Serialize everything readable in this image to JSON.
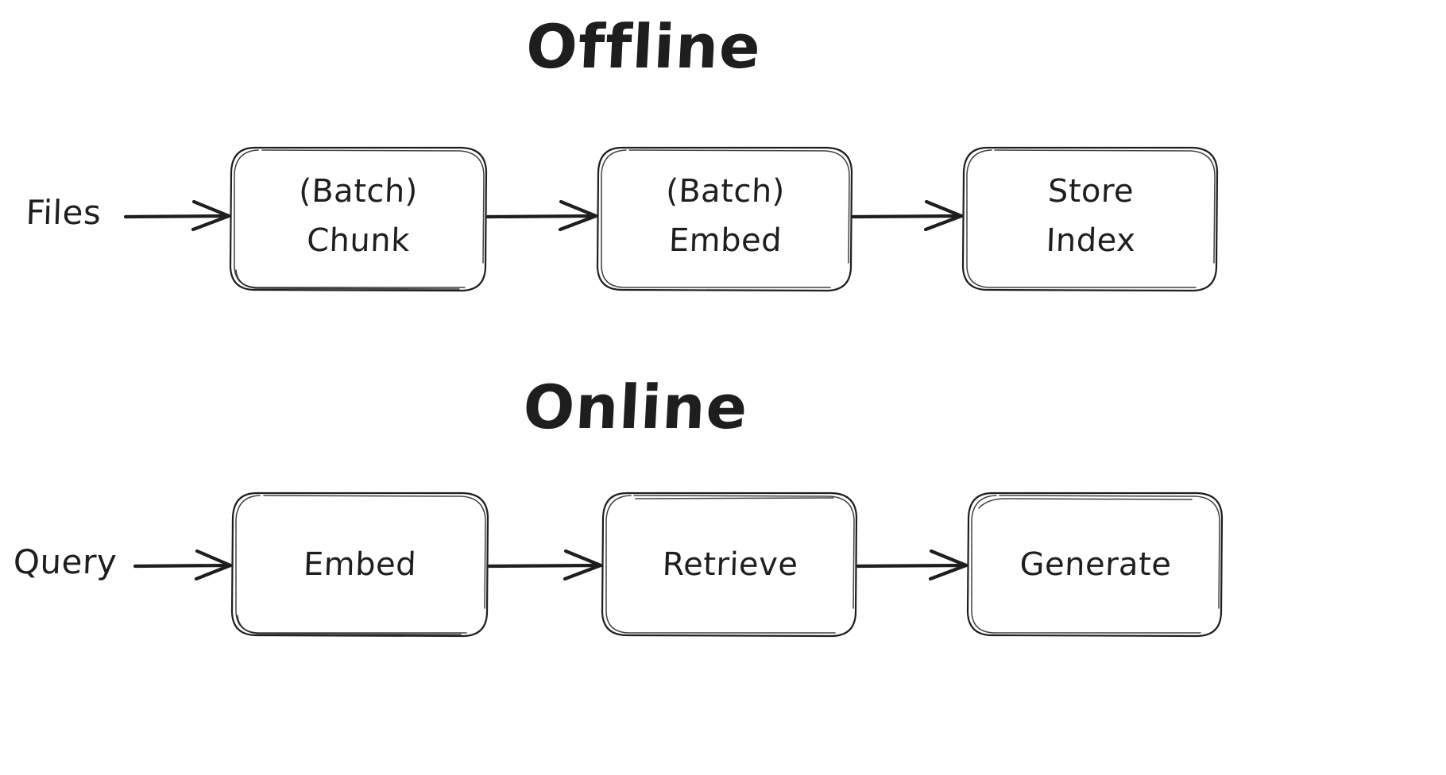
{
  "diagram": {
    "type": "flowchart",
    "style": "hand-drawn-sketch",
    "background_color": "#ffffff",
    "stroke_color": "#1e1e1e",
    "text_color": "#1e1e1e",
    "sections": [
      {
        "id": "offline",
        "title": "Offline",
        "source_label": "Files",
        "nodes": [
          {
            "id": "batch-chunk",
            "lines": [
              "(Batch)",
              "Chunk"
            ]
          },
          {
            "id": "batch-embed",
            "lines": [
              "(Batch)",
              "Embed"
            ]
          },
          {
            "id": "store-index",
            "lines": [
              "Store",
              "Index"
            ]
          }
        ],
        "edges": [
          {
            "from": "Files",
            "to": "(Batch) Chunk"
          },
          {
            "from": "(Batch) Chunk",
            "to": "(Batch) Embed"
          },
          {
            "from": "(Batch) Embed",
            "to": "Store Index"
          }
        ]
      },
      {
        "id": "online",
        "title": "Online",
        "source_label": "Query",
        "nodes": [
          {
            "id": "embed",
            "lines": [
              "Embed"
            ]
          },
          {
            "id": "retrieve",
            "lines": [
              "Retrieve"
            ]
          },
          {
            "id": "generate",
            "lines": [
              "Generate"
            ]
          }
        ],
        "edges": [
          {
            "from": "Query",
            "to": "Embed"
          },
          {
            "from": "Embed",
            "to": "Retrieve"
          },
          {
            "from": "Retrieve",
            "to": "Generate"
          }
        ]
      }
    ]
  },
  "labels": {
    "offline_title": "Offline",
    "online_title": "Online",
    "files": "Files",
    "query": "Query",
    "batch_chunk_l1": "(Batch)",
    "batch_chunk_l2": "Chunk",
    "batch_embed_l1": "(Batch)",
    "batch_embed_l2": "Embed",
    "store_index_l1": "Store",
    "store_index_l2": "Index",
    "embed": "Embed",
    "retrieve": "Retrieve",
    "generate": "Generate"
  }
}
